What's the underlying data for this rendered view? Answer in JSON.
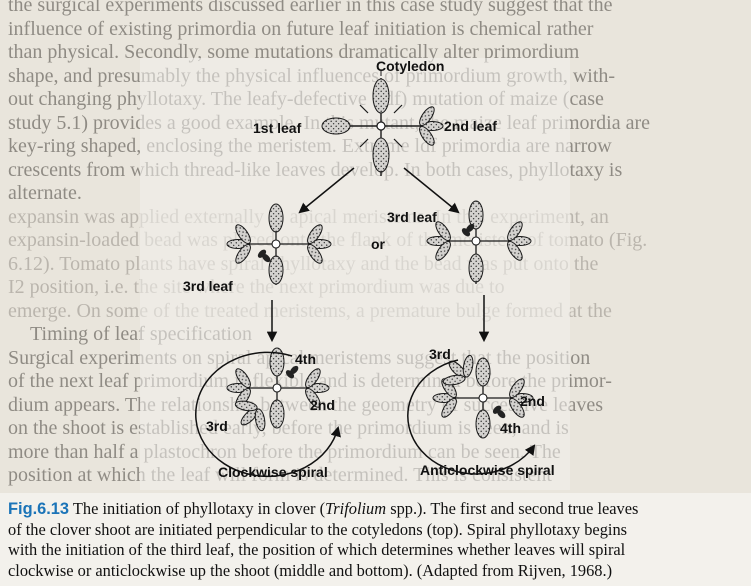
{
  "background_text": {
    "lines": [
      "the surgical experiments discussed earlier in this case study suggest that the",
      "influence of existing primordia on future leaf initiation is chemical rather",
      "than physical. Secondly, some mutations dramatically alter primordium",
      "shape, and presumably the physical influences of primordium growth, with-",
      "out changing phyllotaxy. The leafy-defective (ldf) mutation of maize (case",
      "study 5.1) provides a good example. In this mutant, the maize leaf primordia are",
      "key-ring shaped, enclosing the meristem. Extreme ldf primordia are narrow",
      "crescents from which thread-like leaves develop. In both cases, phyllotaxy is",
      "alternate.",
      "expansin was applied externally to apical meristems. In this experiment, an",
      "expansin-loaded bead was placed onto the flank of the meristem of tomato (Fig.",
      "6.12). Tomato plants have spiral phyllotaxy and the bead was put onto the",
      "I2 position, i.e. the site where the next primordium was due to",
      "emerge. On some of the treated meristems, a premature bulge formed at the",
      "Surgical experiments on spiral apical meristems suggest that the position",
      "of the next leaf primordium is flexible and is determined before the primor-",
      "dium appears. The relationship between the geometry of successive leaves",
      "on the shoot is established early, before the primordium is seen, and is",
      "more than half a plastochron before the primordium can be seen. The",
      "position at which the leaf will form is determined. This is consistent"
    ],
    "heading": "Timing of leaf specification"
  },
  "figure": {
    "labels": {
      "cotyledon": "Cotyledon",
      "first_leaf": "1st leaf",
      "second_leaf": "2nd leaf",
      "third_leaf_left": "3rd leaf",
      "third_leaf_right": "3rd leaf",
      "or": "or",
      "fourth_left": "4th",
      "second_left": "2nd",
      "third_left": "3rd",
      "third_right": "3rd",
      "second_right": "2nd",
      "fourth_right": "4th",
      "clockwise": "Clockwise spiral",
      "anticlockwise": "Anticlockwise spiral"
    },
    "colors": {
      "outline": "#1a1a1a",
      "leaf_fill": "#cfcdca",
      "stipple": "#3c3c3c",
      "arrow": "#111111"
    }
  },
  "caption": {
    "fig_prefix": "Fig.",
    "fig_number": "6.13",
    "genus": "Trifolium",
    "line1_pre": "The initiation of phyllotaxy in clover (",
    "line1_post": " spp.). The first and second true leaves",
    "line2": "of the clover shoot are initiated perpendicular to the cotyledons (top). Spiral phyllotaxy begins",
    "line3": "with the initiation of the third leaf, the position of which determines whether leaves will spiral",
    "line4": "clockwise or anticlockwise up the shoot (middle and bottom). (Adapted from Rijven, 1968.)"
  }
}
